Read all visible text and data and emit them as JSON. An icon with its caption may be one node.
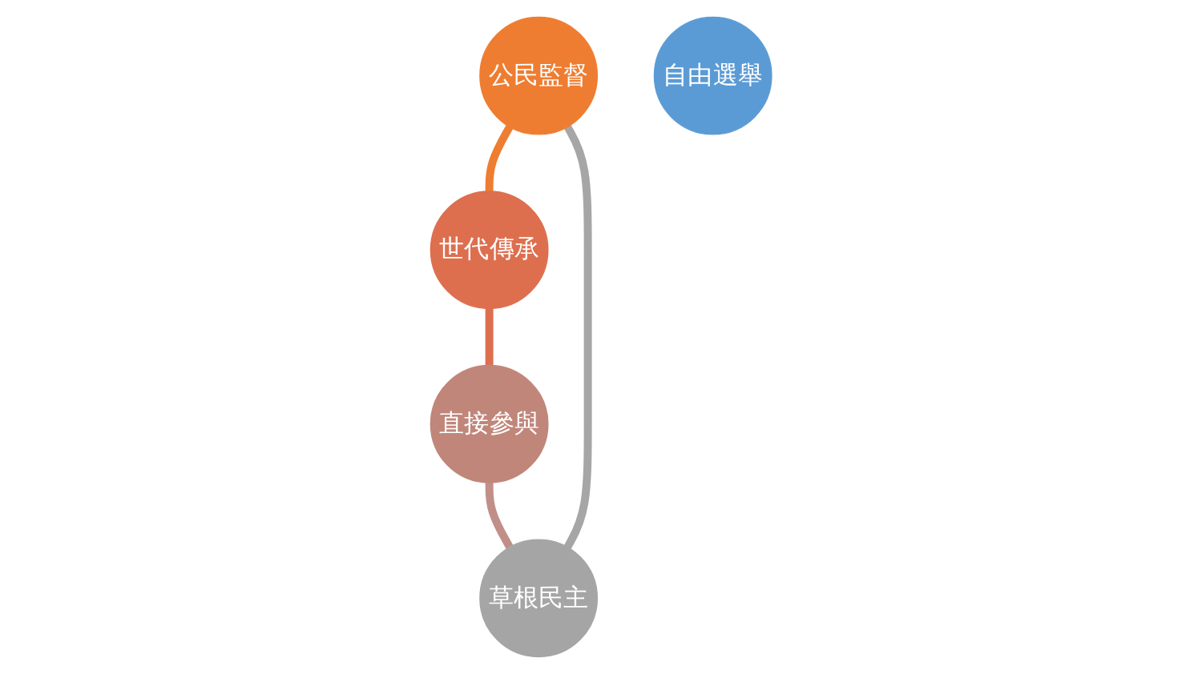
{
  "diagram": {
    "nodes": [
      {
        "text": [
          "公民監督"
        ]
      },
      {
        "text": [
          "草根民主"
        ]
      },
      {
        "text": [
          "自由選舉"
        ]
      },
      {
        "text": [
          "世代傳承"
        ]
      },
      {
        "text": [
          "直接參與"
        ]
      }
    ],
    "edges": [
      {
        "from": 0,
        "to": 3,
        "arrow": "none",
        "color": "#ee7d31"
      },
      {
        "from": 3,
        "to": 4,
        "arrow": "none",
        "color": "#dd6f4f"
      },
      {
        "from": 4,
        "to": 1,
        "arrow": "none",
        "color": "#c09088"
      },
      {
        "from": 1,
        "to": 0,
        "arrow": "none",
        "color": "#a6a6a6"
      }
    ]
  }
}
